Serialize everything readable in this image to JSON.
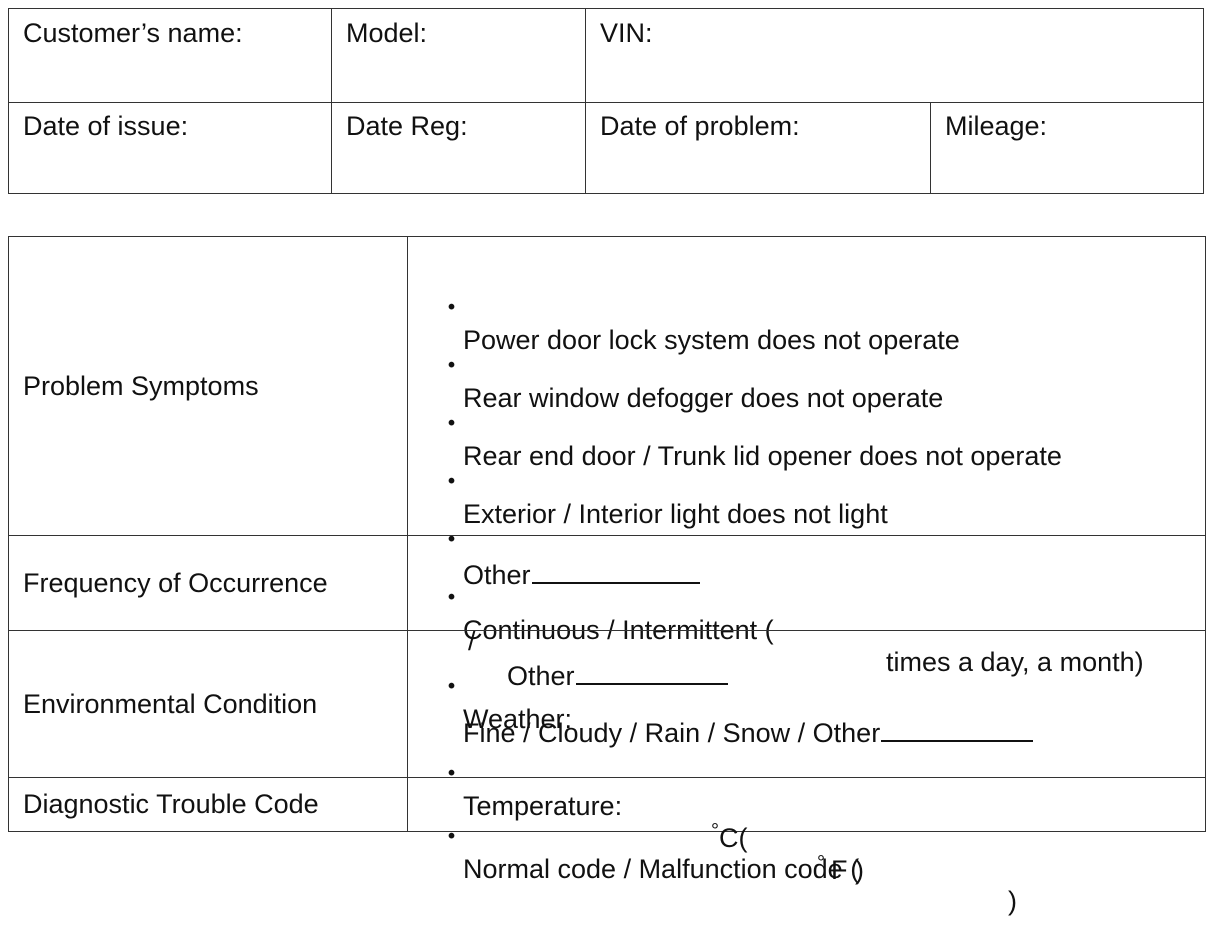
{
  "header": {
    "customer_name": "Customer’s name:",
    "model": "Model:",
    "vin": "VIN:",
    "date_of_issue": "Date of issue:",
    "date_reg": "Date Reg:",
    "date_of_problem": "Date of problem:",
    "mileage": "Mileage:"
  },
  "bullet": "・",
  "problem_symptoms": {
    "label": "Problem Symptoms",
    "items": [
      "Power door lock system does not operate",
      "Rear window defogger does not operate",
      "Rear end door / Trunk lid opener does not operate",
      "Exterior / Interior light does not light",
      "Other"
    ]
  },
  "frequency": {
    "label": "Frequency of Occurrence",
    "line1_a": "Continuous / Intermittent (",
    "line1_b": "times a day, a month)",
    "line2_slash": "/",
    "line2_other": "Other"
  },
  "environment": {
    "label": "Environmental Condition",
    "weather": "Weather:",
    "weather_options": "Fine / Cloudy / Rain / Snow / Other",
    "temperature": "Temperature:",
    "deg_symbol": "°",
    "celsius_open": "C(",
    "fahrenheit_close": "F )"
  },
  "dtc": {
    "label": "Diagnostic Trouble Code",
    "text_a": "Normal code / Malfunction code (",
    "text_b": ")"
  }
}
